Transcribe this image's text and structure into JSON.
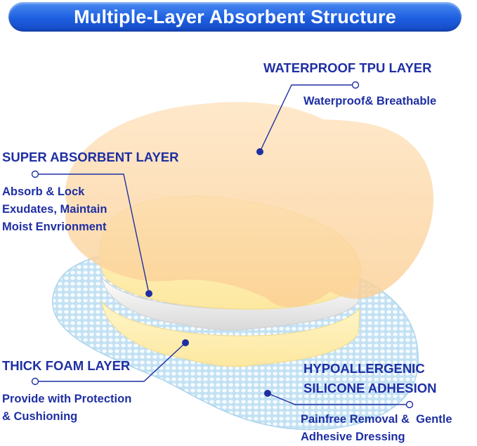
{
  "banner": {
    "title": "Multiple-Layer Absorbent Structure"
  },
  "layers": [
    {
      "id": "tpu",
      "heading": "WATERPROOF TPU LAYER",
      "description": [
        "Waterproof& Breathable"
      ]
    },
    {
      "id": "absorbent",
      "heading": "SUPER ABSORBENT LAYER",
      "description": [
        "Absorb & Lock",
        "Exudates, Maintain",
        "Moist Envrionment"
      ]
    },
    {
      "id": "foam",
      "heading": "THICK FOAM LAYER",
      "description": [
        "Provide with Protection",
        "& Cushioning"
      ]
    },
    {
      "id": "silicone",
      "heading": [
        "HYPOALLERGENIC",
        "SILICONE ADHESION"
      ],
      "description": [
        "Painfree Removal &  Gentle",
        "Adhesive Dressing"
      ]
    }
  ],
  "colors": {
    "banner": "#1e5fe0",
    "label_text": "#1f2fa3",
    "leader_line": "#1f2fa3",
    "tpu_layer": "#fcd9a8",
    "absorbent_layer": "#fde3a6",
    "foam_layer": "#f0f0f0",
    "silicone_layer": "#cfe6f5"
  }
}
